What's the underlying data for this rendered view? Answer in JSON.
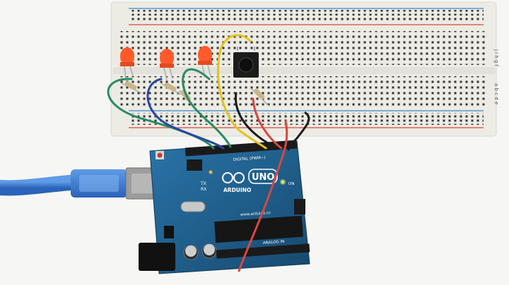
{
  "photo": {
    "breadboard": {
      "row_letters": "j i h g f",
      "row_letters_lower": "a b c d e",
      "colors": {
        "board": "#efeee8",
        "rail_red": "#d9473f",
        "rail_blue": "#3a86c8",
        "hole": "#2b2b2b"
      }
    },
    "arduino": {
      "logo_text": "ARDUINO",
      "model": "UNO",
      "digital_label": "DIGITAL (PWM~)",
      "tx_label": "TX",
      "rx_label": "RX",
      "on_label": "ON",
      "url_text": "www.arduino.cc",
      "analog_label": "ANALOG IN",
      "colors": {
        "pcb": "#1f5f8b",
        "pcb_dark": "#174a6f",
        "header": "#1a1a1a"
      }
    },
    "usb_cable_color": "#3d7fd6",
    "wire_colors": [
      "#2a8a62",
      "#2747a8",
      "#2a8a62",
      "#e6c21a",
      "#1a1a1a",
      "#d9473f",
      "#d9473f",
      "#1a1a1a"
    ],
    "led_color": "#ff5a2a"
  }
}
